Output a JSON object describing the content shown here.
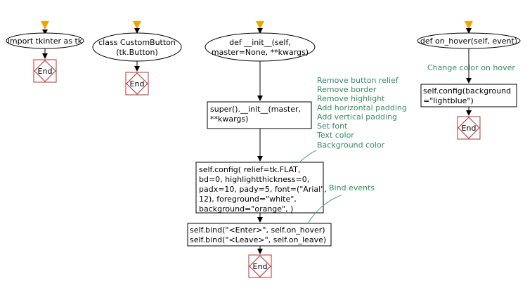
{
  "colors": {
    "start_marker": "#f5a100",
    "end_border": "#b03030",
    "note_text": "#3a8a6a",
    "note_line": "#5aa58a",
    "stroke": "#000000"
  },
  "column1": {
    "start": "import tkinter as tk",
    "end": "End"
  },
  "column2": {
    "start_line1": "class CustomButton",
    "start_line2": "(tk.Button)",
    "end": "End"
  },
  "column3": {
    "start_line1": "def __init__(self,",
    "start_line2": "master=None, **kwargs)",
    "super_line1": "super().__init__(master,",
    "super_line2": "**kwargs)",
    "config_lines": [
      "self.config( relief=tk.FLAT,",
      "bd=0, highlightthickness=0,",
      "padx=10, pady=5, font=(\"Arial\",",
      "12), foreground=\"white\",",
      "background=\"orange\", )"
    ],
    "bind_lines": [
      "self.bind(\"<Enter>\", self.on_hover)",
      "self.bind(\"<Leave>\", self.on_leave)"
    ],
    "end": "End",
    "config_note_lines": [
      "Remove button relief",
      "Remove border",
      "Remove highlight",
      "Add horizontal padding",
      "Add vertical padding",
      "Set font",
      "Text color",
      "Background color"
    ],
    "bind_note": "Bind events"
  },
  "column4": {
    "start": "def on_hover(self, event)",
    "note": "Change color on hover",
    "config_line1": "self.config(background",
    "config_line2": "=\"lightblue\")",
    "end": "End"
  }
}
